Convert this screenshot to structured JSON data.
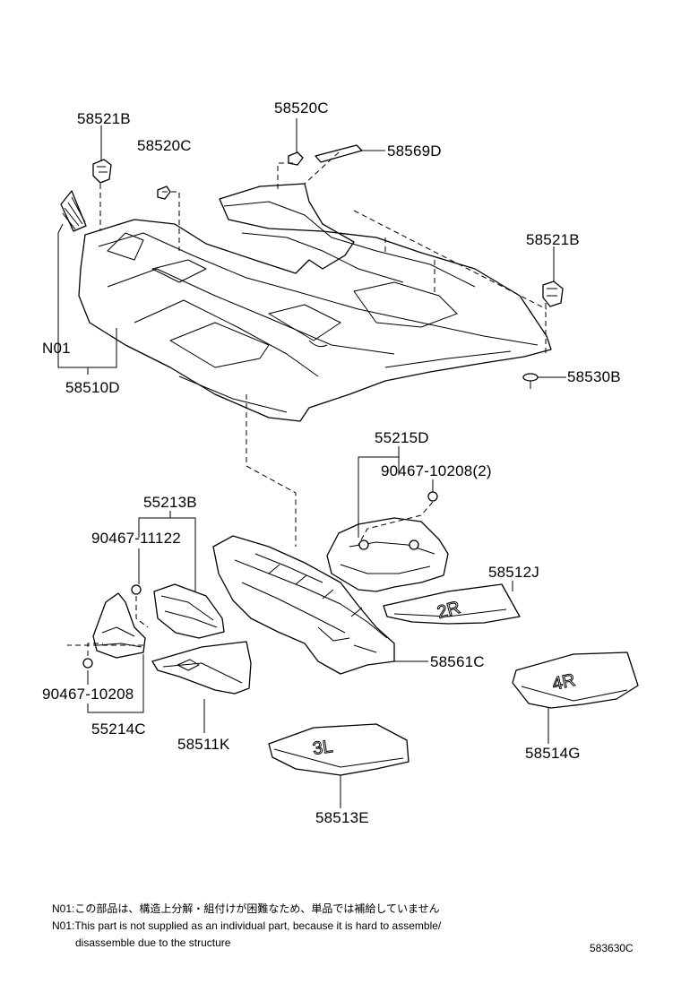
{
  "diagram": {
    "labels": {
      "p58521B_top": "58521B",
      "p58520C_top": "58520C",
      "p58520C_left": "58520C",
      "p58569D": "58569D",
      "p58521B_right": "58521B",
      "N01": "N01",
      "p58510D": "58510D",
      "p58530B": "58530B",
      "p55215D": "55215D",
      "p90467_10208_2": "90467-10208(2)",
      "p55213B": "55213B",
      "p90467_11122": "90467-11122",
      "p58512J": "58512J",
      "p58561C": "58561C",
      "p90467_10208": "90467-10208",
      "p55214C": "55214C",
      "p58511K": "58511K",
      "p58514G": "58514G",
      "p58513E": "58513E"
    },
    "mat_marks": {
      "mat_2R": "2R",
      "mat_4R": "4R",
      "mat_3L": "3L"
    },
    "notes": {
      "jp": "N01:この部品は、構造上分解・組付けが困難なため、単品では補給していません",
      "en_line1": "N01:This part is not supplied as an individual part, because it is hard to assemble/",
      "en_line2": "disassemble due to the structure"
    },
    "figure_code": "583630C"
  }
}
